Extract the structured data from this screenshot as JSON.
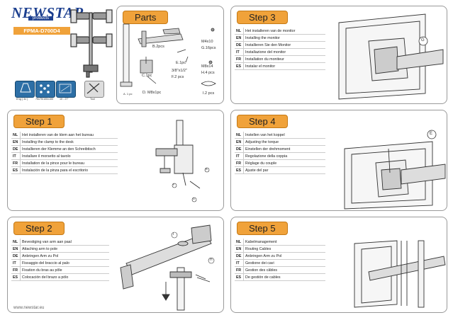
{
  "brand": {
    "name": "NEWSTAR",
    "sub": "products",
    "model": "FPMA-D700D4",
    "website": "www.newstar.eu"
  },
  "specs": [
    {
      "label": "8 kg ( 4x )",
      "icon": "weight-icon"
    },
    {
      "label": "75x75/100x100",
      "icon": "vesa-icon"
    },
    {
      "label": "10 - 27\"",
      "icon": "screen-size-icon"
    },
    {
      "label": "Tool",
      "icon": "tool-icon"
    }
  ],
  "parts": {
    "title": "Parts",
    "items": {
      "A": "A. 1 pc",
      "B": "B.2pcs",
      "C": "C.1pc",
      "D": "D. M8x1pc",
      "E": "E.1pc",
      "F": "3/8\"x1/2\"\nF.2 pcs",
      "G": "M4x10\nG.16pcs",
      "H": "M8x14\nH.4 pcs",
      "I": "I.2 pcs"
    }
  },
  "step3": {
    "title": "Step 3",
    "callout": "G",
    "rows": [
      {
        "code": "NL",
        "text": "Het installeren van de monitor"
      },
      {
        "code": "EN",
        "text": "Installing the monitor"
      },
      {
        "code": "DE",
        "text": "Installieren Sie den Monitor"
      },
      {
        "code": "IT",
        "text": "Installazione del monitor"
      },
      {
        "code": "FR",
        "text": "Installation du moniteur"
      },
      {
        "code": "ES",
        "text": "Instalar el monitor"
      }
    ]
  },
  "step1": {
    "title": "Step 1",
    "callouts": [
      "F",
      "D",
      "B"
    ],
    "rows": [
      {
        "code": "NL",
        "text": "Het installeren van de klem aan het bureau"
      },
      {
        "code": "EN",
        "text": "Installing the clamp to the desk"
      },
      {
        "code": "DE",
        "text": "Installieren der Klemme an den Schreibtisch"
      },
      {
        "code": "IT",
        "text": "Installare il morsetto al tavolo"
      },
      {
        "code": "FR",
        "text": "Installation de la pince pour le bureau"
      },
      {
        "code": "ES",
        "text": "Instalación de la pinza para el escritorio"
      }
    ]
  },
  "step4": {
    "title": "Step 4",
    "callout": "E",
    "rows": [
      {
        "code": "NL",
        "text": "Instellen van het koppel"
      },
      {
        "code": "EN",
        "text": "Adjusting the torque"
      },
      {
        "code": "DE",
        "text": "Einstellen der drehmoment"
      },
      {
        "code": "IT",
        "text": "Regolazione della coppia"
      },
      {
        "code": "FR",
        "text": "Réglage du couple"
      },
      {
        "code": "ES",
        "text": "Ajuste del par"
      }
    ]
  },
  "step2": {
    "title": "Step 2",
    "callouts": [
      "I",
      "H"
    ],
    "rows": [
      {
        "code": "NL",
        "text": "Bevestiging van arm aan paal"
      },
      {
        "code": "EN",
        "text": "Attaching arm to pole"
      },
      {
        "code": "DE",
        "text": "Anbringen Arm zu Pol"
      },
      {
        "code": "IT",
        "text": "Fissaggio del braccio al palo"
      },
      {
        "code": "FR",
        "text": "Fixation du bras au pôle"
      },
      {
        "code": "ES",
        "text": "Colocación del brazo a pólo"
      }
    ]
  },
  "step5": {
    "title": "Step 5",
    "rows": [
      {
        "code": "NL",
        "text": "Kabelmanagement"
      },
      {
        "code": "EN",
        "text": "Routing Cables"
      },
      {
        "code": "DE",
        "text": "Anbringen Arm zu Pol"
      },
      {
        "code": "IT",
        "text": "Gestione dei cavi"
      },
      {
        "code": "FR",
        "text": "Gestion des câbles"
      },
      {
        "code": "ES",
        "text": "De gestión de cables"
      }
    ]
  }
}
